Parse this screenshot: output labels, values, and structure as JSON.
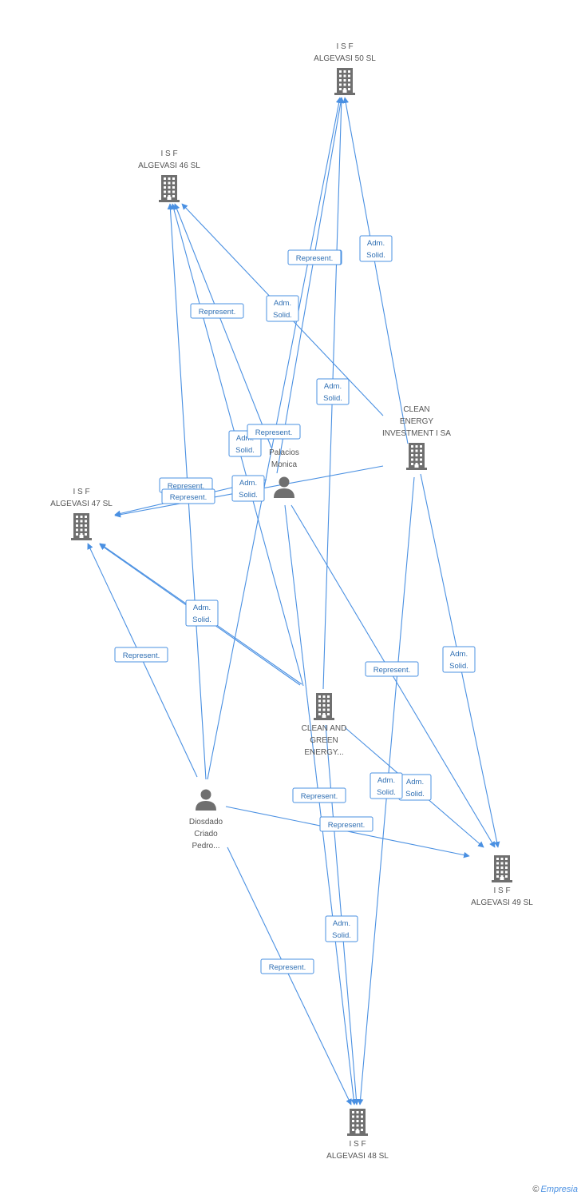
{
  "colors": {
    "edge": "#4a90e2",
    "node_icon": "#6f6f6f",
    "label_text": "#555555"
  },
  "nodes": [
    {
      "id": "n50",
      "type": "company",
      "icon": "building-icon",
      "lines": [
        "I S F",
        "ALGEVASI 50 SL"
      ]
    },
    {
      "id": "n46",
      "type": "company",
      "icon": "building-icon",
      "lines": [
        "I S F",
        "ALGEVASI 46 SL"
      ]
    },
    {
      "id": "nclean",
      "type": "company",
      "icon": "building-icon",
      "lines": [
        "CLEAN",
        "ENERGY",
        "INVESTMENT I SA"
      ]
    },
    {
      "id": "npal",
      "type": "person",
      "icon": "person-icon",
      "lines": [
        "Palacios",
        "Monica"
      ]
    },
    {
      "id": "n47",
      "type": "company",
      "icon": "building-icon",
      "lines": [
        "I S F",
        "ALGEVASI 47 SL"
      ]
    },
    {
      "id": "ncg",
      "type": "company",
      "icon": "building-icon",
      "lines": [
        "CLEAN AND",
        "GREEN",
        "ENERGY..."
      ]
    },
    {
      "id": "ndio",
      "type": "person",
      "icon": "person-icon",
      "lines": [
        "Diosdado",
        "Criado",
        "Pedro..."
      ]
    },
    {
      "id": "n49",
      "type": "company",
      "icon": "building-icon",
      "lines": [
        "I S F",
        "ALGEVASI 49 SL"
      ]
    },
    {
      "id": "n48",
      "type": "company",
      "icon": "building-icon",
      "lines": [
        "I S F",
        "ALGEVASI 48 SL"
      ]
    }
  ],
  "edges": [
    {
      "from": "npal",
      "to": "n50",
      "label": [
        "Represent."
      ]
    },
    {
      "from": "ndio",
      "to": "n50",
      "label": [
        "Represent."
      ]
    },
    {
      "from": "nclean",
      "to": "n50",
      "label": [
        "Adm.",
        "Solid."
      ]
    },
    {
      "from": "ncg",
      "to": "n50",
      "label": [
        "Adm.",
        "Solid."
      ]
    },
    {
      "from": "ndio",
      "to": "n46",
      "label": [
        "Represent."
      ]
    },
    {
      "from": "nclean",
      "to": "n46",
      "label": [
        "Adm.",
        "Solid."
      ]
    },
    {
      "from": "ncg",
      "to": "n46",
      "label": [
        "Adm.",
        "Solid."
      ]
    },
    {
      "from": "npal",
      "to": "n46",
      "label": [
        "Represent."
      ]
    },
    {
      "from": "npal",
      "to": "n47",
      "label": [
        "Represent."
      ]
    },
    {
      "from": "nclean",
      "to": "n47",
      "label": [
        "Adm.",
        "Solid."
      ]
    },
    {
      "from": "ncg",
      "to": "n47",
      "label": [
        "Represent."
      ]
    },
    {
      "from": "ndio",
      "to": "n47",
      "label": [
        "Represent."
      ]
    },
    {
      "from": "ncg",
      "to": "n47",
      "label": [
        "Adm.",
        "Solid."
      ]
    },
    {
      "from": "npal",
      "to": "n49",
      "label": [
        "Represent."
      ]
    },
    {
      "from": "nclean",
      "to": "n49",
      "label": [
        "Adm.",
        "Solid."
      ]
    },
    {
      "from": "ncg",
      "to": "n49",
      "label": [
        "Adm.",
        "Solid."
      ]
    },
    {
      "from": "ndio",
      "to": "n49",
      "label": [
        "Represent."
      ]
    },
    {
      "from": "npal",
      "to": "n48",
      "label": [
        "Represent."
      ]
    },
    {
      "from": "nclean",
      "to": "n48",
      "label": [
        "Adm.",
        "Solid."
      ]
    },
    {
      "from": "ncg",
      "to": "n48",
      "label": [
        "Adm.",
        "Solid."
      ]
    },
    {
      "from": "ndio",
      "to": "n48",
      "label": [
        "Represent."
      ]
    }
  ],
  "footer": {
    "copyright": "©",
    "brand": "Empresia"
  }
}
